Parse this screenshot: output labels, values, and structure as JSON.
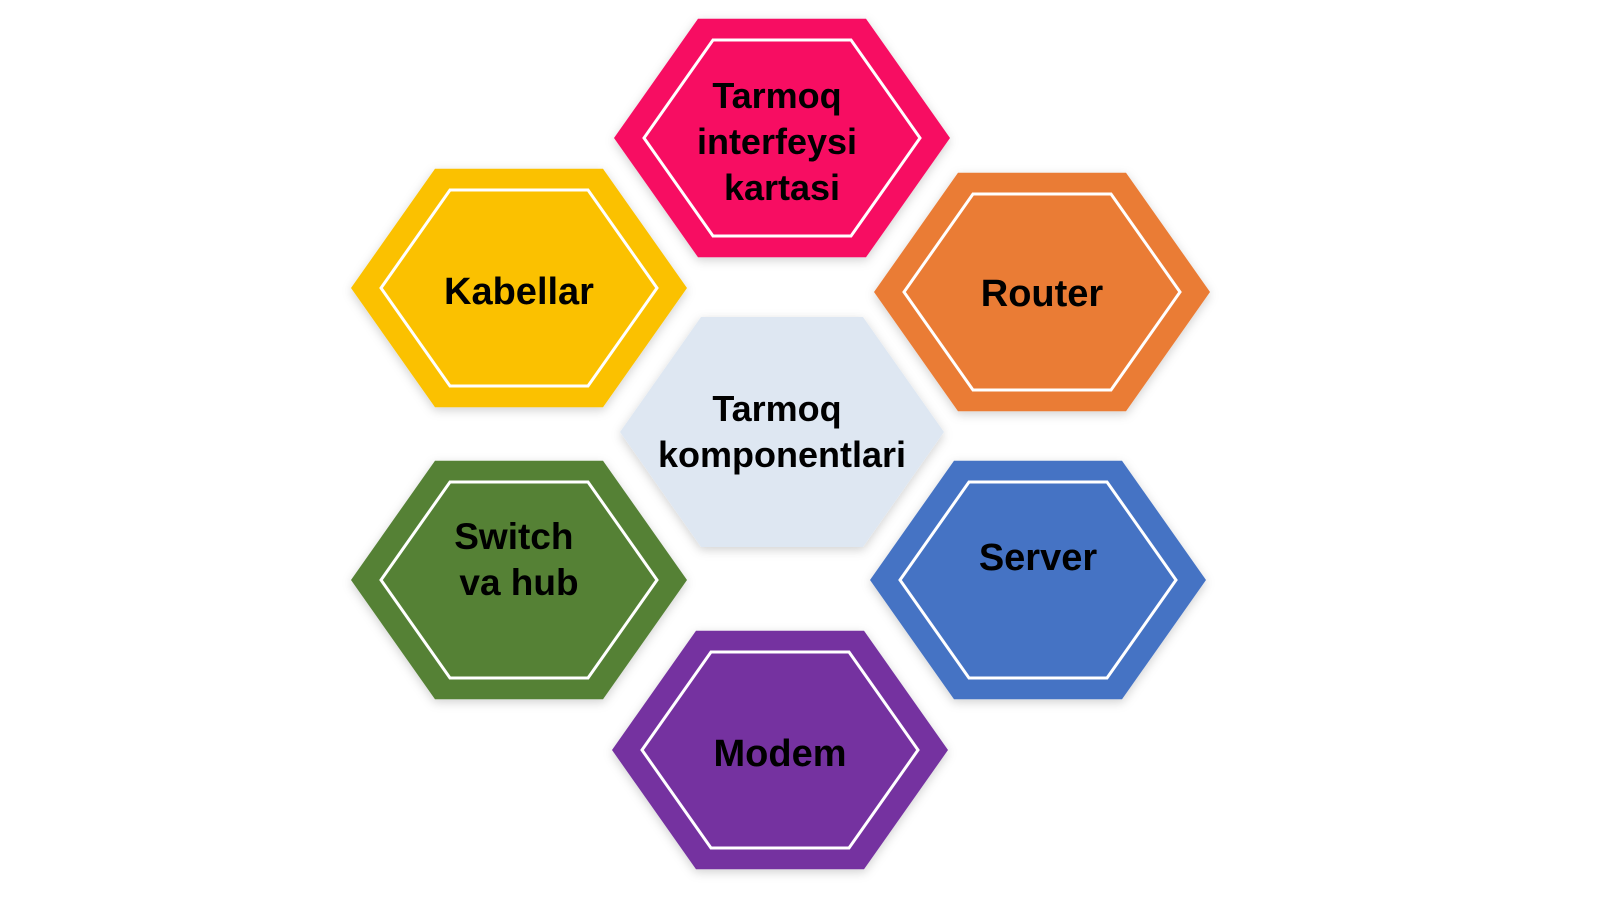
{
  "diagram": {
    "center": {
      "lines": [
        "Tarmoq",
        "komponentlari"
      ],
      "fill": "#dee7f2"
    },
    "nodes": [
      {
        "key": "nic",
        "lines": [
          "Tarmoq",
          "interfeysi",
          "kartasi"
        ],
        "fill": "#f70a62"
      },
      {
        "key": "router",
        "lines": [
          "Router"
        ],
        "fill": "#ea7b34"
      },
      {
        "key": "server",
        "lines": [
          "Server"
        ],
        "fill": "#4573c4"
      },
      {
        "key": "modem",
        "lines": [
          "Modem"
        ],
        "fill": "#7431a0"
      },
      {
        "key": "switch",
        "lines": [
          "Switch",
          "va hub"
        ],
        "fill": "#548135"
      },
      {
        "key": "kabellar",
        "lines": [
          "Kabellar"
        ],
        "fill": "#fbc102"
      }
    ]
  }
}
